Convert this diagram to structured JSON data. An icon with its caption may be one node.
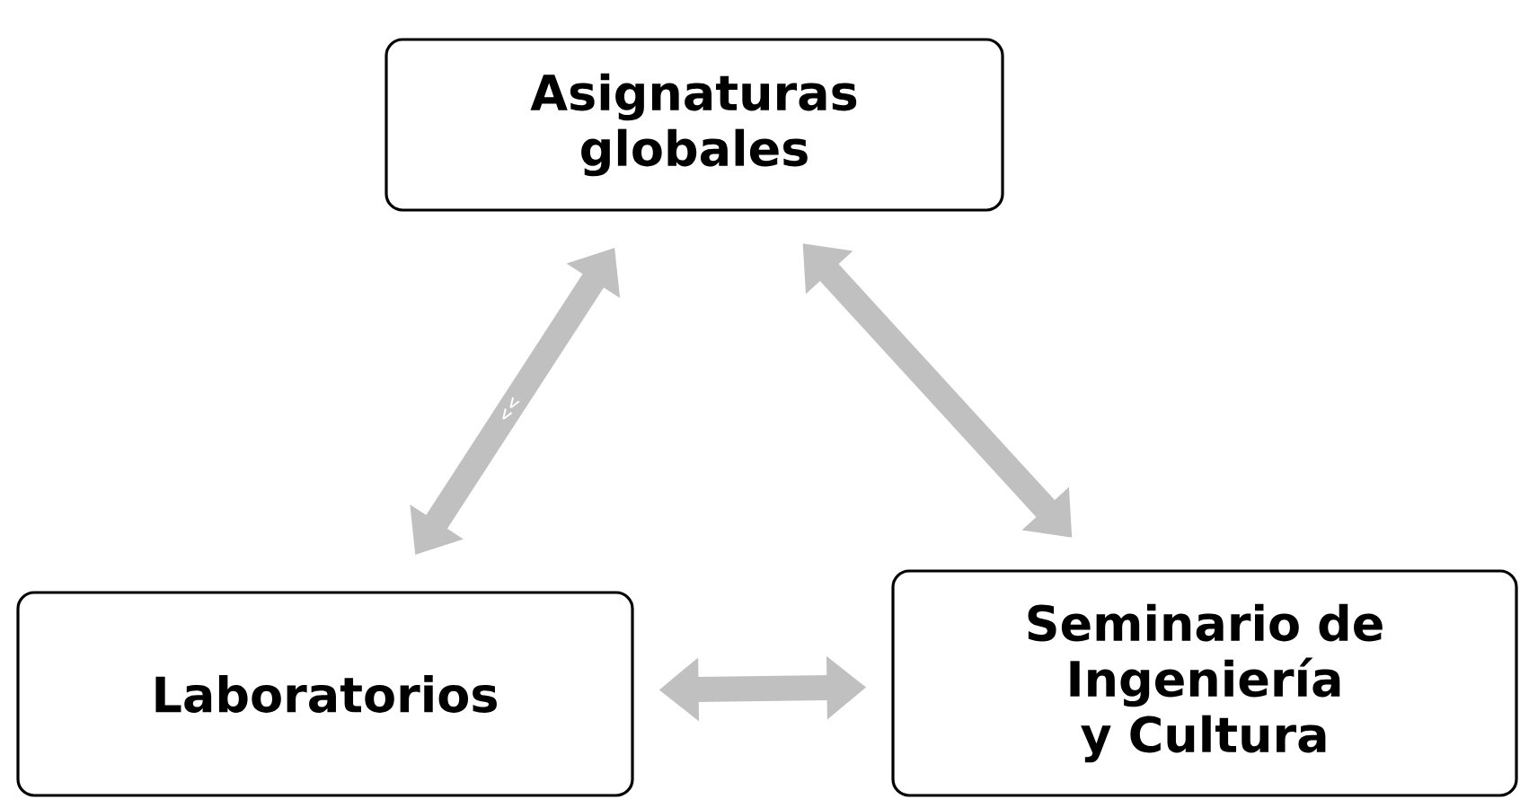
{
  "diagram": {
    "nodes": [
      {
        "text": [
          "Asignaturas globales"
        ]
      },
      {
        "text": [
          "Laboratorios"
        ]
      },
      {
        "text": [
          "Seminario de Ingeniería y Cultura"
        ]
      }
    ],
    "edges": [
      {
        "from": 0,
        "to": 1,
        "arrow": "both"
      },
      {
        "from": 0,
        "to": 2,
        "arrow": "both"
      },
      {
        "from": 1,
        "to": 2,
        "arrow": "both"
      }
    ],
    "labels": [
      "<<"
    ]
  }
}
